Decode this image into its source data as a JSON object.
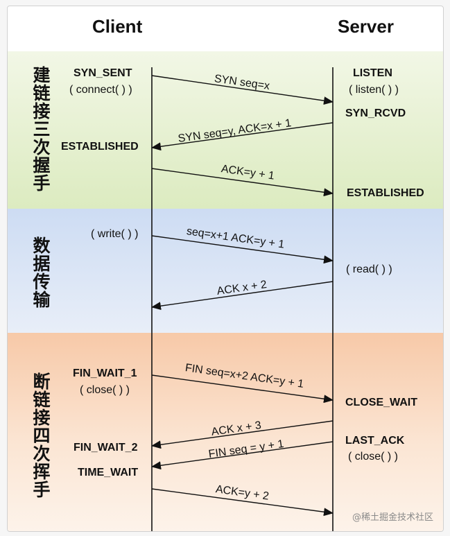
{
  "columns": {
    "client": "Client",
    "server": "Server"
  },
  "phases": {
    "handshake": "建链接三次握手",
    "transfer": "数据传输",
    "teardown": "断链接四次挥手"
  },
  "client_states": {
    "syn_sent": "SYN_SENT",
    "connect_call": "( connect( ) )",
    "established": "ESTABLISHED",
    "write_call": "( write( ) )",
    "fin_wait_1": "FIN_WAIT_1",
    "close_call": "( close( ) )",
    "fin_wait_2": "FIN_WAIT_2",
    "time_wait": "TIME_WAIT"
  },
  "server_states": {
    "listen": "LISTEN",
    "listen_call": "( listen( ) )",
    "syn_rcvd": "SYN_RCVD",
    "established": "ESTABLISHED",
    "read_call": "( read( ) )",
    "close_wait": "CLOSE_WAIT",
    "last_ack": "LAST_ACK",
    "close_call": "( close( ) )"
  },
  "messages": {
    "m1": "SYN seq=x",
    "m2": "SYN seq=y, ACK=x + 1",
    "m3": "ACK=y + 1",
    "m4": "seq=x+1 ACK=y + 1",
    "m5": "ACK x + 2",
    "m6": "FIN seq=x+2 ACK=y + 1",
    "m7": "ACK x + 3",
    "m8": "FIN seq = y + 1",
    "m9": "ACK=y + 2"
  },
  "watermark": "@稀土掘金技术社区"
}
